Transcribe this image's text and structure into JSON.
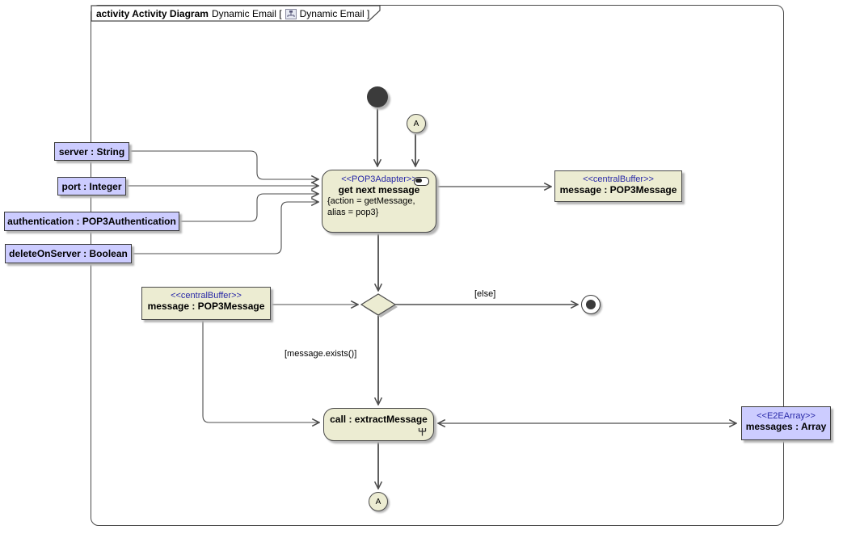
{
  "frame": {
    "title_bold": "activity Activity Diagram",
    "title_regular": "Dynamic Email [",
    "title_suffix": "Dynamic Email ]"
  },
  "action_pop3": {
    "stereotype": "<<POP3Adapter>>",
    "name": "get next message",
    "property_line1": "{action = getMessage,",
    "property_line2": "alias = pop3}"
  },
  "buffer_right": {
    "stereotype": "<<centralBuffer>>",
    "name": "message : POP3Message"
  },
  "buffer_left": {
    "stereotype": "<<centralBuffer>>",
    "name": "message : POP3Message"
  },
  "action_extract": {
    "name": "call : extractMessage"
  },
  "array_node": {
    "stereotype": "<<E2EArray>>",
    "name": "messages : Array"
  },
  "connectors": {
    "top": "A",
    "bottom": "A"
  },
  "parameters": [
    {
      "label": "server : String"
    },
    {
      "label": "port : Integer"
    },
    {
      "label": "authentication : POP3Authentication"
    },
    {
      "label": "deleteOnServer : Boolean"
    }
  ],
  "guards": {
    "else_guard": "[else]",
    "exists_guard": "[message.exists()]"
  },
  "colors": {
    "node_fill": "#ECECD2",
    "parameter_fill": "#CCCCFF",
    "stereotype_text": "#2929A8",
    "edge": "#4D4D4D",
    "shadow": "#B5B5B5"
  }
}
